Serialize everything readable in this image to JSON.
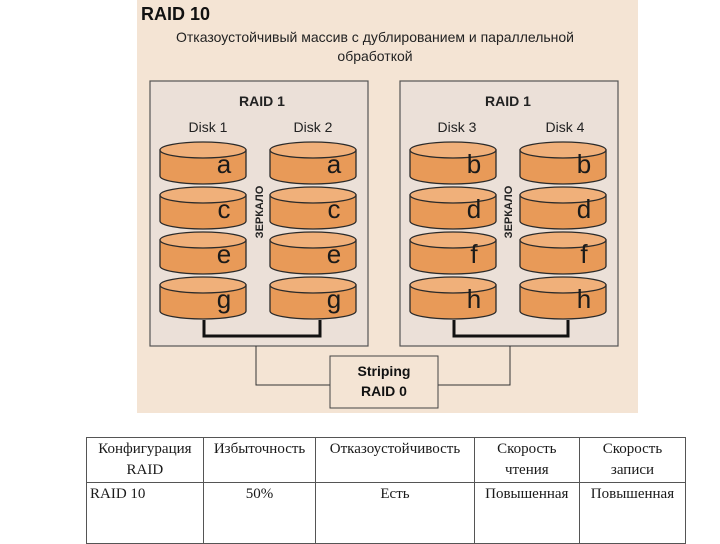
{
  "diagram": {
    "title": "RAID 10",
    "subtitle_line1": "Отказоустойчивый массив с дублированием и параллельной",
    "subtitle_line2": "обработкой",
    "groups": [
      {
        "label": "RAID 1",
        "mirror_label": "ЗЕРКАЛО",
        "disks": [
          {
            "name": "Disk 1",
            "blocks": [
              "a",
              "c",
              "e",
              "g"
            ]
          },
          {
            "name": "Disk 2",
            "blocks": [
              "a",
              "c",
              "e",
              "g"
            ]
          }
        ]
      },
      {
        "label": "RAID 1",
        "mirror_label": "ЗЕРКАЛО",
        "disks": [
          {
            "name": "Disk 3",
            "blocks": [
              "b",
              "d",
              "f",
              "h"
            ]
          },
          {
            "name": "Disk 4",
            "blocks": [
              "b",
              "d",
              "f",
              "h"
            ]
          }
        ]
      }
    ],
    "striping_line1": "Striping",
    "striping_line2": "RAID 0",
    "colors": {
      "background": "#f4e4d4",
      "panel": "#ebe0d8",
      "disk_fill": "#e89a58",
      "disk_top": "#f0b07a",
      "disk_stroke": "#2a2a2a"
    }
  },
  "table": {
    "headers": [
      [
        "Конфигурация",
        "RAID"
      ],
      [
        "Избыточность"
      ],
      [
        "Отказоустойчивость"
      ],
      [
        "Скорость",
        "чтения"
      ],
      [
        "Скорость",
        "записи"
      ]
    ],
    "rows": [
      [
        "RAID 10",
        "50%",
        "Есть",
        "Повышенная",
        "Повышенная"
      ]
    ]
  }
}
